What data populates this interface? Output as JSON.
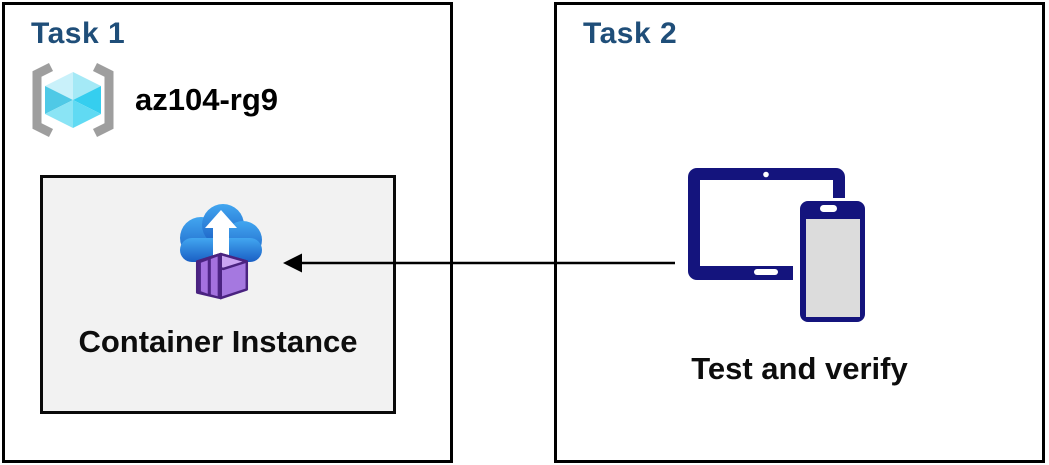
{
  "task1": {
    "title": "Task 1",
    "resource_group_name": "az104-rg9",
    "container_label": "Container Instance"
  },
  "task2": {
    "title": "Task 2",
    "devices_label": "Test and verify"
  },
  "connector": {
    "type": "arrow",
    "direction": "right-to-left",
    "from": "devices-icon",
    "to": "container-instance-icon"
  },
  "colors": {
    "task_title_blue": "#1F4E79",
    "box_border": "#000000",
    "container_box_fill": "#F2F2F2",
    "device_navy": "#14147D",
    "device_screen_gray": "#DCDCDC",
    "cloud_blue_top": "#42A6F0",
    "cloud_blue_bottom": "#1A5FC4",
    "container_purple_front": "#4E2586",
    "container_purple_side": "#A578E0",
    "container_purple_top": "#C9A4F2",
    "container_door_panel": "#A471DF",
    "cube_cyan_bright": "#35CEEF",
    "bracket_gray": "#9E9E9E",
    "label_black": "#0d0d0d"
  },
  "icons": {
    "resource_group": "resource-group-icon",
    "container_instance": "container-instance-icon",
    "devices": "devices-icon",
    "connector": "left-arrow-icon"
  }
}
